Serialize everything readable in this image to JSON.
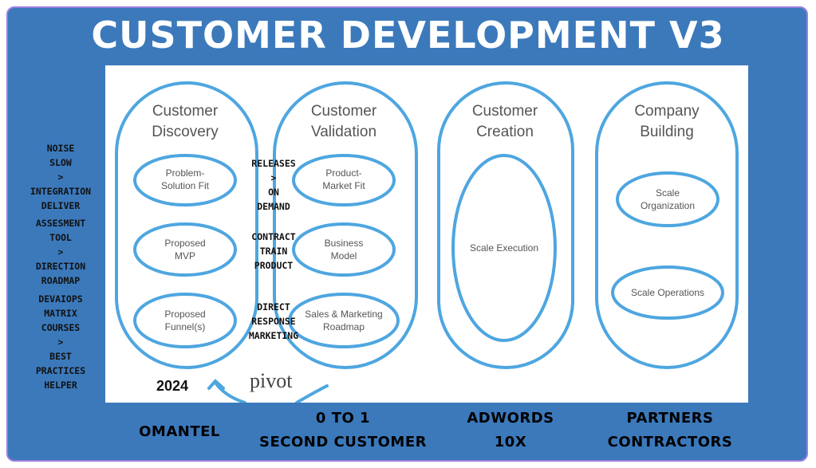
{
  "title": "CUSTOMER DEVELOPMENT V3",
  "stages": [
    {
      "title1": "Customer",
      "title2": "Discovery"
    },
    {
      "title1": "Customer",
      "title2": "Validation"
    },
    {
      "title1": "Customer",
      "title2": "Creation"
    },
    {
      "title1": "Company",
      "title2": "Building"
    }
  ],
  "inner": {
    "problem_solution": {
      "l1": "Problem-",
      "l2": "Solution Fit"
    },
    "proposed_mvp": {
      "l1": "Proposed",
      "l2": "MVP"
    },
    "proposed_funnel": {
      "l1": "Proposed",
      "l2": "Funnel(s)"
    },
    "product_market": {
      "l1": "Product-",
      "l2": "Market Fit"
    },
    "business_model": {
      "l1": "Business",
      "l2": "Model"
    },
    "sales_marketing": {
      "l1": "Sales & Marketing",
      "l2": "Roadmap"
    },
    "scale_execution": "Scale Execution",
    "scale_org": {
      "l1": "Scale",
      "l2": "Organization"
    },
    "scale_ops": "Scale Operations"
  },
  "pivot": "pivot",
  "side_notes": [
    "NOISE\nSLOW\n>\nINTEGRATION\nDELIVER",
    "ASSESMENT\nTOOL\n>\nDIRECTION\nROADMAP",
    "DEVAIOPS\nMATRIX\nCOURSES\n>\nBEST\nPRACTICES\nHELPER"
  ],
  "overlay_notes": [
    "RELEASES\n>\nON\nDEMAND",
    "CONTRACT\nTRAIN\nPRODUCT",
    "DIRECT\nRESPONSE\nMARKETING"
  ],
  "year": "2024",
  "bottom": [
    "OMANTEL",
    "0 TO 1\nSECOND  CUSTOMER",
    "ADWORDS\n10X",
    "PARTNERS\nCONTRACTORS"
  ],
  "colors": {
    "background": "#3b79bb",
    "loop": "#4ea6e0",
    "frame": "#9b7fe0"
  }
}
